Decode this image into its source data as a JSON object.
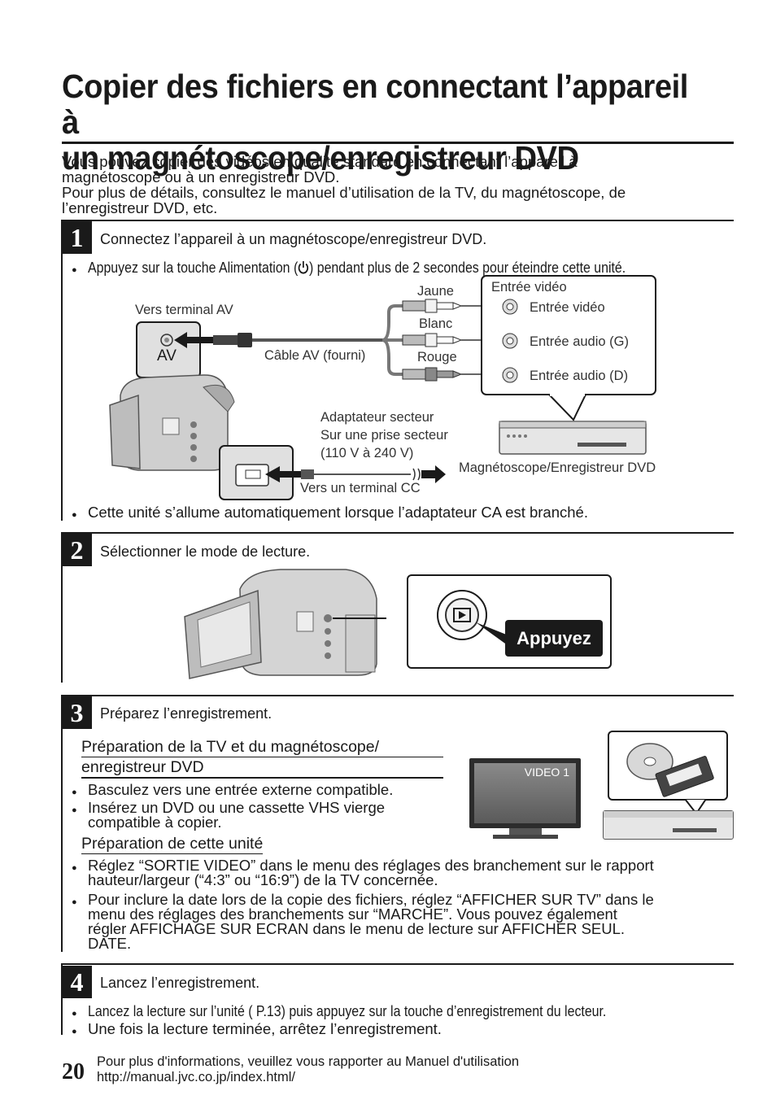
{
  "title": {
    "line1": "Copier des fichiers en connectant l’appareil à",
    "line2": "un magnétoscope/enregistreur DVD"
  },
  "intro": {
    "line1": "Vous pouvez copier des vidéos en qualité standard en connectant l’appareil à",
    "line2": "magnétoscope ou à un enregistreur DVD.",
    "line3": "Pour plus de détails, consultez le manuel d’utilisation de la TV, du magnétoscope, de",
    "line4": "l’enregistreur DVD, etc."
  },
  "step1": {
    "number": "1",
    "text": "Connectez l’appareil à un magnétoscope/enregistreur DVD.",
    "note_before": "Appuyez sur la touche Alimentation (",
    "note_after": ") pendant plus de 2 secondes pour éteindre cette unité.",
    "diagram": {
      "vers_terminal_av": "Vers terminal AV",
      "av": "AV",
      "cable": "Câble AV (fourni)",
      "jaune": "Jaune",
      "blanc": "Blanc",
      "rouge": "Rouge",
      "entree_video_header": "Entrée vidéo",
      "entree_video": "Entrée vidéo",
      "entree_audio_g": "Entrée audio (G)",
      "entree_audio_d": "Entrée audio (D)",
      "adapt_line1": "Adaptateur secteur",
      "adapt_line2": "Sur une prise secteur",
      "adapt_line3": "(110 V à 240 V)",
      "vers_cc": "Vers un terminal CC",
      "recorder": "Magnétoscope/Enregistreur DVD"
    },
    "bullet_after": "Cette unité s’allume automatiquement lorsque l’adaptateur CA est branché."
  },
  "step2": {
    "number": "2",
    "text": "Sélectionner le mode de lecture.",
    "press_label": "Appuyez"
  },
  "step3": {
    "number": "3",
    "text": "Préparez l’enregistrement.",
    "sub1_line1": "Préparation de la TV et du magnétoscope/",
    "sub1_line2": "enregistreur DVD",
    "bullet1": "Basculez vers une entrée externe compatible.",
    "bullet2_line1": "Insérez un DVD ou une cassette VHS vierge",
    "bullet2_line2": "compatible à copier.",
    "tv_label": "VIDEO 1",
    "sub2": "Préparation de cette unité",
    "bullet3_line1": "Réglez “SORTIE VIDEO” dans le menu des réglages des branchement sur le rapport",
    "bullet3_line2": "hauteur/largeur (“4:3” ou “16:9”) de la TV concernée.",
    "bullet4_line1": "Pour inclure la date lors de la copie des fichiers, réglez “AFFICHER SUR TV” dans le",
    "bullet4_line2": "menu des réglages des branchements sur “MARCHE”. Vous pouvez également",
    "bullet4_line3": "régler AFFICHAGE SUR ECRAN dans le menu de lecture sur AFFICHER SEUL.",
    "bullet4_line4": "DATE."
  },
  "step4": {
    "number": "4",
    "text": "Lancez l’enregistrement.",
    "bullet1": "Lancez la lecture sur l’unité ( P.13) puis appuyez sur la touche d’enregistrement du lecteur.",
    "bullet2": "Une fois la lecture terminée, arrêtez l’enregistrement."
  },
  "footer": {
    "page": "20",
    "line1": "Pour plus d'informations, veuillez vous rapporter au Manuel d'utilisation",
    "line2": "http://manual.jvc.co.jp/index.html/"
  },
  "bullet_char": "●"
}
